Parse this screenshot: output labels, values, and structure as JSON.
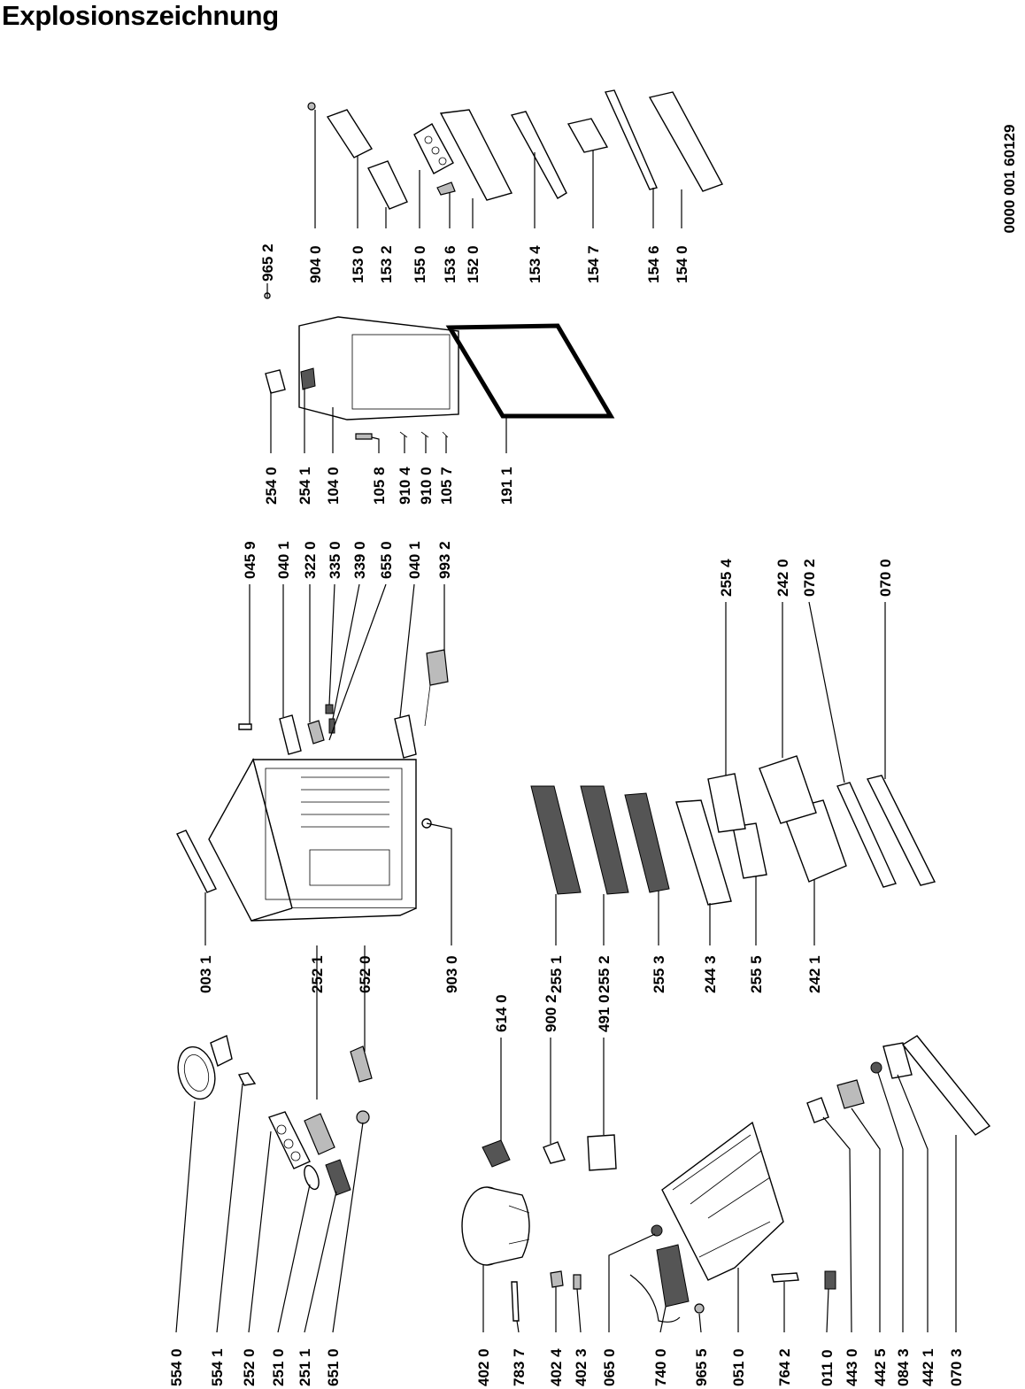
{
  "title": "Explosionszeichnung",
  "doc_number": "0000 001 60129",
  "part_labels": [
    "554 0",
    "554 1",
    "252 0",
    "251 0",
    "251 1",
    "651 0",
    "402 0",
    "783 7",
    "402 4",
    "402 3",
    "065 0",
    "740 0",
    "965 5",
    "051 0",
    "764 2",
    "011 0",
    "443 0",
    "442 5",
    "084 3",
    "442 1",
    "070 3",
    "614 0",
    "900 2",
    "491 0",
    "003 1",
    "252 1",
    "652 0",
    "903 0",
    "255 1",
    "255 2",
    "255 3",
    "244 3",
    "255 5",
    "242 1",
    "045 9",
    "040 1",
    "322 0",
    "335 0",
    "339 0",
    "655 0",
    "040 1",
    "993 2",
    "255 4",
    "242 0",
    "070 2",
    "070 0",
    "254 0",
    "254 1",
    "104 0",
    "105 8",
    "910 4",
    "910 0",
    "105 7",
    "191 1",
    "965 2",
    "904 0",
    "153 0",
    "153 2",
    "155 0",
    "153 6",
    "152 0",
    "153 4",
    "154 7",
    "154 6",
    "154 0"
  ]
}
